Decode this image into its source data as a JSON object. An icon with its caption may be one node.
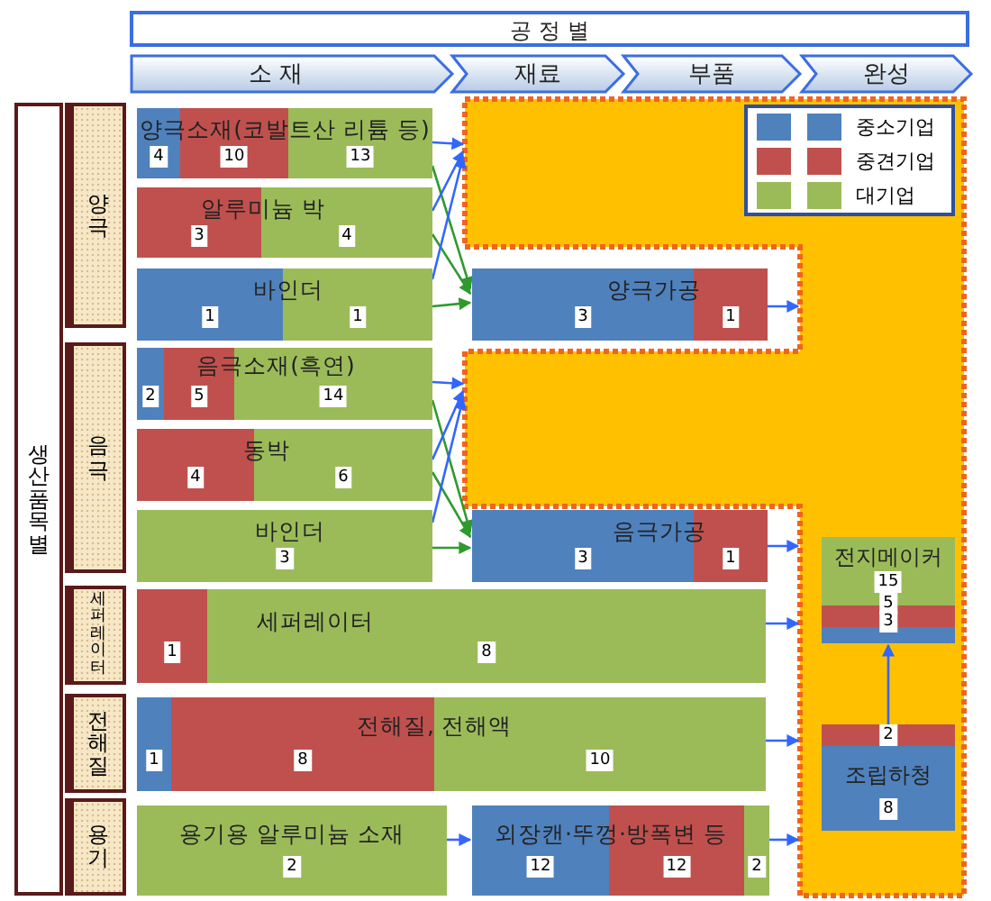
{
  "diagram": {
    "nodes": [
      {
        "text": [
          "공 정 별"
        ]
      },
      {
        "text": [
          "소 재"
        ]
      },
      {
        "text": [
          "재료"
        ]
      },
      {
        "text": [
          "부품"
        ]
      },
      {
        "text": [
          "완성"
        ]
      },
      {
        "text": [
          "생 산 품 목 별"
        ]
      },
      {
        "text": [
          "양 극"
        ]
      },
      {
        "text": [
          "음 극"
        ]
      },
      {
        "text": [
          "세퍼레이터"
        ]
      },
      {
        "text": [
          "전해질"
        ]
      },
      {
        "text": [
          "용기"
        ]
      },
      {
        "text": [],
        "shape": "box"
      },
      {
        "text": [
          "양극소재(코발트산 리튬 등)",
          "4",
          "10",
          "13"
        ]
      },
      {
        "text": [
          "알루미늄 박",
          "3",
          "4"
        ]
      },
      {
        "text": [
          "바인더",
          "1",
          "1"
        ]
      },
      {
        "text": [
          "양극가공",
          "3",
          "1"
        ]
      },
      {
        "text": [
          "음극소재(흑연)",
          "2",
          "5",
          "14"
        ]
      },
      {
        "text": [
          "동박",
          "4",
          "6"
        ]
      },
      {
        "text": [
          "바인더",
          "3"
        ]
      },
      {
        "text": [
          "음극가공",
          "3",
          "1"
        ]
      },
      {
        "text": [
          "전지메이커",
          "15",
          "5",
          "3"
        ],
        "in": 11
      },
      {
        "text": [
          "세퍼레이터",
          "1",
          "8"
        ]
      },
      {
        "text": [
          "전해질, 전해액",
          "1",
          "8",
          "10"
        ]
      },
      {
        "text": [
          "2",
          "조립하청",
          "8"
        ],
        "in": 11
      },
      {
        "text": [
          "용기용 알루미늄 소재",
          "2"
        ]
      },
      {
        "text": [
          "외장캔·뚜껑·방폭변 등",
          "12",
          "12",
          "2"
        ]
      }
    ],
    "edges": [
      {
        "from": 12,
        "to": 11,
        "arrow": "to"
      },
      {
        "from": 12,
        "to": 15,
        "arrow": "to",
        "color": "#2e9a2e"
      },
      {
        "from": 13,
        "to": 11,
        "arrow": "to"
      },
      {
        "from": 13,
        "to": 15,
        "arrow": "to",
        "color": "#2e9a2e"
      },
      {
        "from": 14,
        "to": 11,
        "arrow": "to"
      },
      {
        "from": 14,
        "to": 15,
        "arrow": "to",
        "color": "#2e9a2e"
      },
      {
        "from": 15,
        "to": 11,
        "arrow": "to"
      },
      {
        "from": 16,
        "to": 11,
        "arrow": "to"
      },
      {
        "from": 16,
        "to": 19,
        "arrow": "to",
        "color": "#2e9a2e"
      },
      {
        "from": 17,
        "to": 11,
        "arrow": "to"
      },
      {
        "from": 17,
        "to": 19,
        "arrow": "to",
        "color": "#2e9a2e"
      },
      {
        "from": 18,
        "to": 11,
        "arrow": "to"
      },
      {
        "from": 18,
        "to": 19,
        "arrow": "to",
        "color": "#2e9a2e"
      },
      {
        "from": 19,
        "to": 11,
        "arrow": "to"
      },
      {
        "from": 21,
        "to": 11,
        "arrow": "to"
      },
      {
        "from": 22,
        "to": 11,
        "arrow": "to"
      },
      {
        "from": 23,
        "to": 20,
        "arrow": "to"
      },
      {
        "from": 24,
        "to": 25,
        "arrow": "to"
      },
      {
        "from": 25,
        "to": 11,
        "arrow": "to"
      }
    ],
    "legend": [
      {
        "text": "중소기업",
        "color": "#4f81bd"
      },
      {
        "text": "중견기업",
        "color": "#c0504d"
      },
      {
        "text": "대기업",
        "color": "#9bbb59"
      }
    ]
  }
}
